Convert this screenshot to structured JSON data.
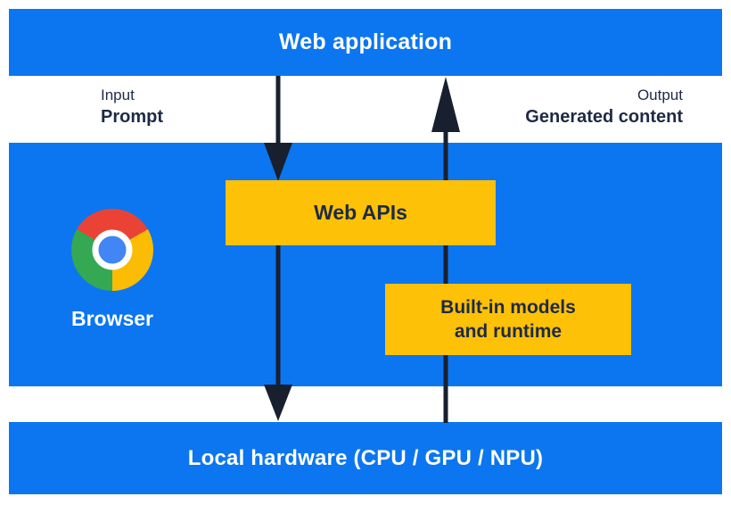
{
  "theme": {
    "background": "#ffffff",
    "section_blue": "#0b76f0",
    "box_yellow": "#fdc107",
    "text_dark": "#1e2a45",
    "arrow_color": "#18202f",
    "text_white": "#ffffff",
    "chrome_red": "#ea4335",
    "chrome_yellow": "#fbbc04",
    "chrome_green": "#34a853",
    "chrome_blue": "#4285f4"
  },
  "diagram": {
    "web_application": {
      "label": "Web application"
    },
    "input_flow": {
      "kicker": "Input",
      "label": "Prompt"
    },
    "output_flow": {
      "kicker": "Output",
      "label": "Generated content"
    },
    "browser": {
      "label": "Browser",
      "icon": "chrome-logo"
    },
    "web_apis": {
      "label": "Web APIs"
    },
    "builtin_models": {
      "label_line1": "Built-in models",
      "label_line2": "and runtime"
    },
    "local_hardware": {
      "label": "Local hardware (CPU / GPU / NPU)"
    },
    "arrows": [
      {
        "name": "prompt-down-arrow",
        "direction": "down",
        "from": "Web application",
        "to": "Local hardware"
      },
      {
        "name": "generated-content-up-arrow",
        "direction": "up",
        "from": "Local hardware",
        "to": "Web application"
      }
    ]
  }
}
